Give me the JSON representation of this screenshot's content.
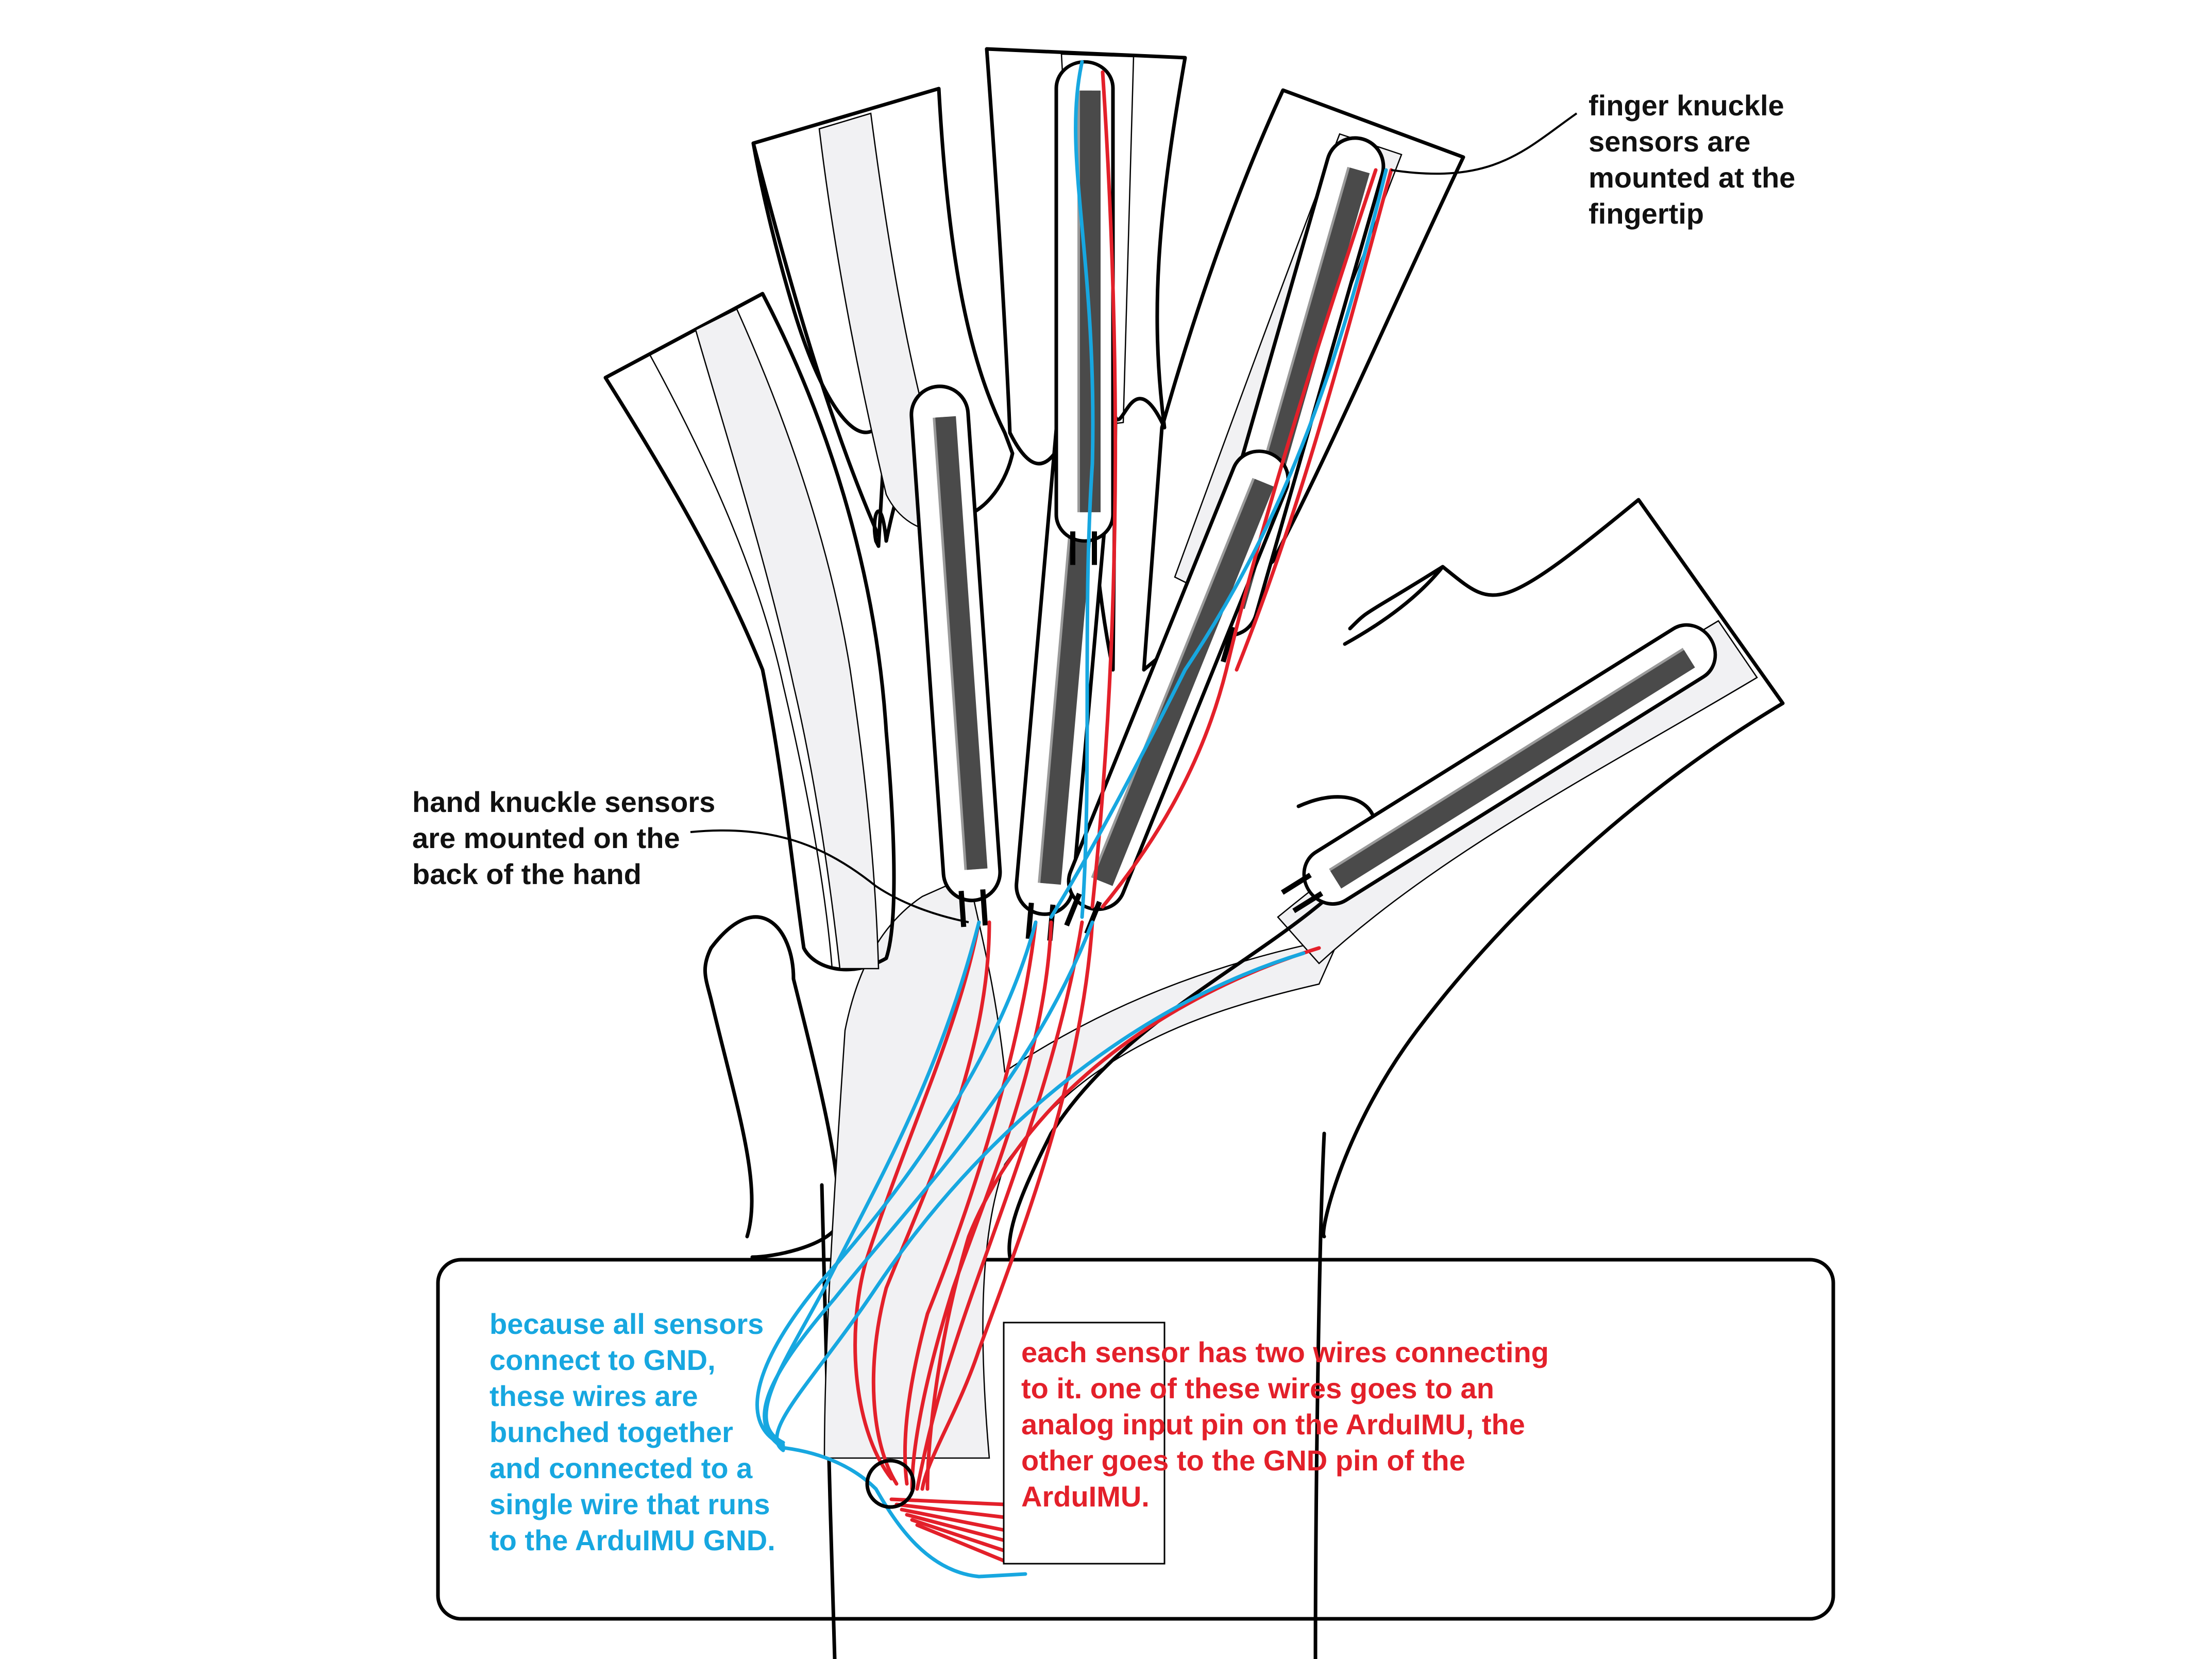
{
  "labels": {
    "finger": [
      "finger knuckle",
      "sensors are",
      "mounted at the",
      "fingertip"
    ],
    "hand": [
      "hand knuckle sensors",
      "are mounted on the",
      "back of the hand"
    ],
    "gnd": [
      "because all sensors",
      "connect to GND,",
      "these wires are",
      "bunched together",
      "and connected to a",
      "single wire that runs",
      "to the ArduIMU GND."
    ],
    "wires": [
      "each sensor has two wires connecting",
      "to it. one of these wires goes to an",
      "analog input pin on the ArduIMU, the",
      "other goes to the GND pin of the",
      "ArduIMU."
    ]
  },
  "colors": {
    "outline": "#000000",
    "channel_fill": "#f1f1f3",
    "wire_red": "#e3202a",
    "wire_blue": "#17a7e0",
    "label_black": "#111111",
    "label_blue": "#17a7e0",
    "label_red": "#e3202a"
  }
}
